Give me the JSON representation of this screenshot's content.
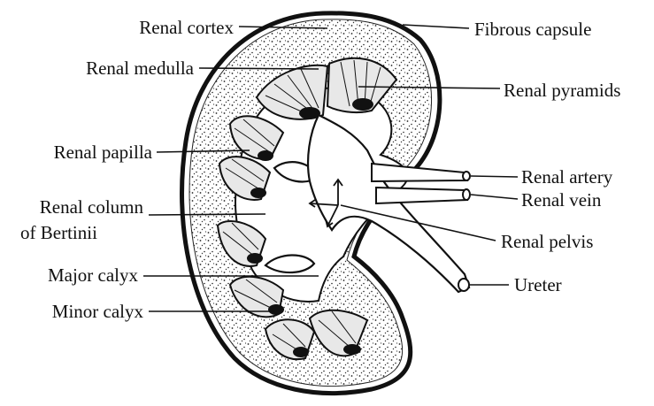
{
  "labels": {
    "renal_cortex": "Renal cortex",
    "fibrous_capsule": "Fibrous capsule",
    "renal_medulla": "Renal medulla",
    "renal_pyramids": "Renal pyramids",
    "renal_papilla": "Renal papilla",
    "renal_artery": "Renal artery",
    "renal_vein": "Renal vein",
    "renal_column_line1": "Renal column",
    "renal_column_line2": "of Bertinii",
    "renal_pelvis": "Renal pelvis",
    "major_calyx": "Major calyx",
    "ureter": "Ureter",
    "minor_calyx": "Minor calyx"
  }
}
